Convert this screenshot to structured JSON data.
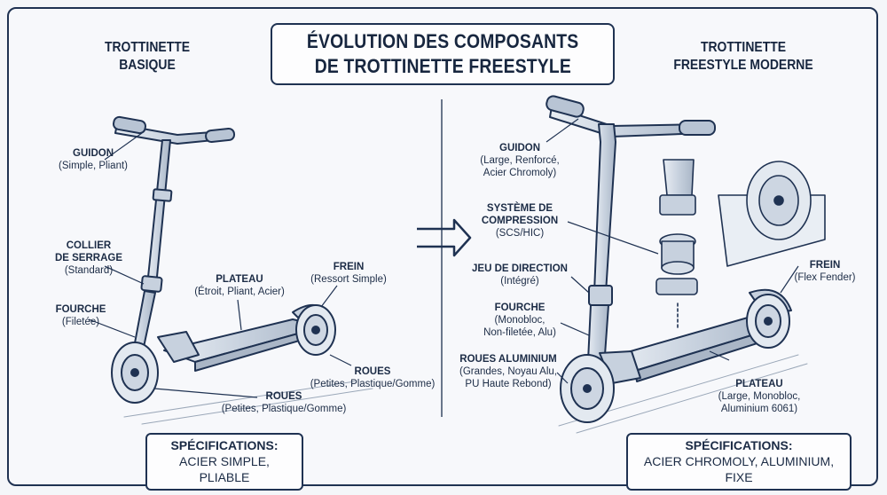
{
  "title": {
    "line1": "ÉVOLUTION DES COMPOSANTS",
    "line2": "DE TROTTINETTE FREESTYLE"
  },
  "left": {
    "heading1": "TROTTINETTE",
    "heading2": "BASIQUE",
    "labels": {
      "guidon": {
        "name": "GUIDON",
        "desc": "(Simple, Pliant)"
      },
      "collier": {
        "name1": "COLLIER",
        "name2": "DE SERRAGE",
        "desc": "(Standard)"
      },
      "fourche": {
        "name": "FOURCHE",
        "desc": "(Filetée)"
      },
      "plateau": {
        "name": "PLATEAU",
        "desc": "(Étroit, Pliant, Acier)"
      },
      "frein": {
        "name": "FREIN",
        "desc": "(Ressort Simple)"
      },
      "roues_rear": {
        "name": "ROUES",
        "desc": "(Petites, Plastique/Gomme)"
      },
      "roues_front": {
        "name": "ROUES",
        "desc": "(Petites, Plastique/Gomme)"
      }
    },
    "spec": {
      "title": "SPÉCIFICATIONS:",
      "value": "ACIER SIMPLE, PLIABLE"
    }
  },
  "right": {
    "heading1": "TROTTINETTE",
    "heading2": "FREESTYLE MODERNE",
    "labels": {
      "guidon": {
        "name": "GUIDON",
        "desc1": "(Large, Renforcé,",
        "desc2": "Acier Chromoly)"
      },
      "compression": {
        "name1": "SYSTÈME DE",
        "name2": "COMPRESSION",
        "desc": "(SCS/HIC)"
      },
      "direction": {
        "name": "JEU DE DIRECTION",
        "desc": "(Intégré)"
      },
      "fourche": {
        "name": "FOURCHE",
        "desc1": "(Monobloc,",
        "desc2": "Non-filetée, Alu)"
      },
      "roues": {
        "name": "ROUES ALUMINIUM",
        "desc1": "(Grandes, Noyau Alu,",
        "desc2": "PU Haute Rebond)"
      },
      "frein": {
        "name": "FREIN",
        "desc": "(Flex Fender)"
      },
      "plateau": {
        "name": "PLATEAU",
        "desc1": "(Large, Monobloc,",
        "desc2": "Aluminium 6061)"
      }
    },
    "spec": {
      "title": "SPÉCIFICATIONS:",
      "value": "ACIER CHROMOLY, ALUMINIUM, FIXE"
    }
  },
  "icons": [
    "arrow-right-icon",
    "basic-scooter-illustration",
    "freestyle-scooter-illustration"
  ],
  "colors": {
    "ink": "#1f3252",
    "metal": "#c9d3e0",
    "background": "#f7f8fb"
  }
}
